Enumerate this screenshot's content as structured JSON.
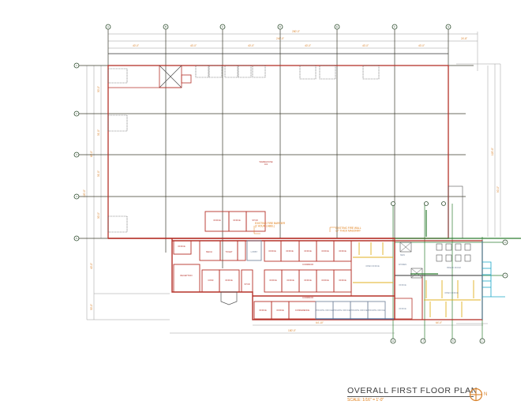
{
  "drawing": {
    "title": "OVERALL FIRST FLOOR PLAN",
    "scale": "SCALE: 1/16\" = 1'-0\"",
    "north_arrow_label": "N",
    "colors": {
      "wall_existing": "#b5322a",
      "wall_new": "#2e7d32",
      "grid_line": "#3d3d2e",
      "dimension_text": "#d9822b",
      "note_text": "#e07a10",
      "furniture_yellow": "#e0b020",
      "plumbing_cyan": "#1aa6c8",
      "dim_line": "#9a9a9a"
    }
  },
  "grid_top": [
    "A",
    "B",
    "C",
    "D",
    "E",
    "F",
    "G"
  ],
  "grid_left": [
    "1",
    "2",
    "3",
    "4",
    "5"
  ],
  "grid_bottom": [
    "H",
    "J",
    "K",
    "L"
  ],
  "grid_right": [
    "6",
    "7"
  ],
  "dimensions": {
    "top_overall": "280'-0\"",
    "top_sub": "240'-0\"",
    "top_bays": [
      "40'-0\"",
      "40'-0\"",
      "40'-0\"",
      "40'-0\"",
      "40'-0\"",
      "40'-0\""
    ],
    "top_right": "24'-8\"",
    "left_bays": [
      "30'-0\"",
      "31'-0\"",
      "31'-0\"",
      "30'-0\""
    ],
    "left_mid": "60'-0\"",
    "left_overall": "120'-0\"",
    "left_lower": [
      "40'-0\"",
      "30'-0\""
    ],
    "right_overall": "120'-0\"",
    "right_sub": "90'-0\"",
    "bottom_office": "64'-10\"",
    "bottom_overall": "180'-0\"",
    "bottom_right": "64'-0\""
  },
  "labels": {
    "warehouse": "WAREHOUSE\n101",
    "note_existing_fire_barrier": "EXISTING FIRE BARRIER\n(2 HOUR LABEL)",
    "note_existing_fire_wall": "EXISTING FIRE WALL\n12\" THICK MASONRY",
    "rooms": [
      "OFFICE",
      "OFFICE",
      "OFFICE",
      "STOR",
      "MECH",
      "TOILET",
      "TOILET",
      "JAN",
      "LOBBY",
      "OFFICE",
      "OFFICE",
      "OFFICE",
      "OFFICE",
      "OFFICE",
      "CORRIDOR",
      "RECEPTION",
      "CONF",
      "OFFICE",
      "STOR",
      "OFFICE",
      "OFFICE",
      "OFFICE",
      "OFFICE",
      "OFFICE",
      "CORRIDOR",
      "OFFICE",
      "OFFICE",
      "CONFERENCE",
      "PRIVATE OFFICE",
      "PRIVATE OFFICE",
      "PRIVATE OFFICE",
      "PRIVATE OFFICE",
      "PRIVATE OFFICE",
      "OPEN OFFICE",
      "BREAK ROOM",
      "MEN",
      "WOMEN",
      "STAIR",
      "ELEV",
      "OPEN OFFICE",
      "OFFICE",
      "OFFICE",
      "OFFICE"
    ]
  }
}
